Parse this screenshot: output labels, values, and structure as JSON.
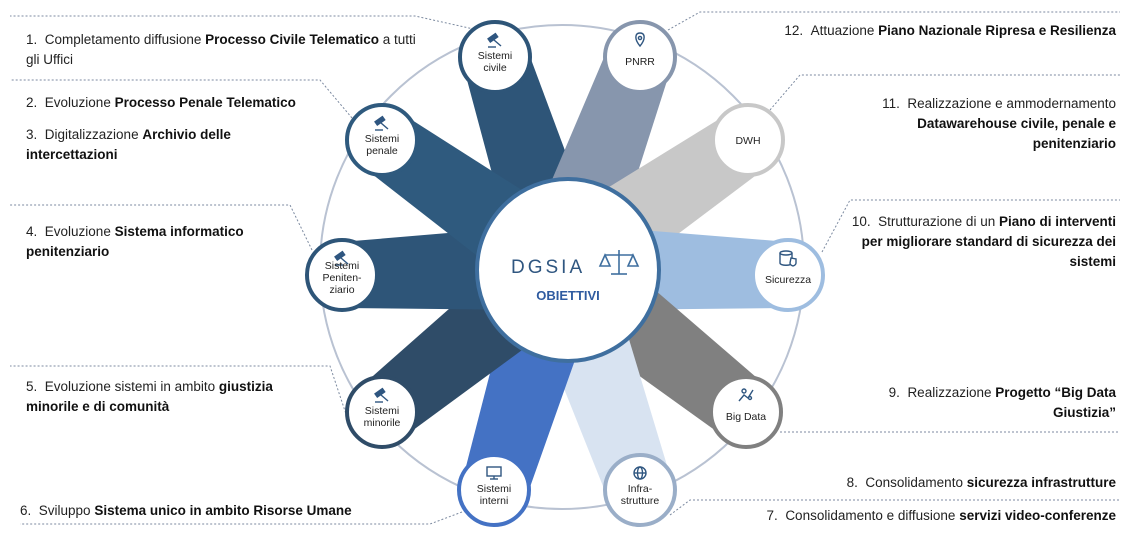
{
  "center": {
    "title": "DGSIA",
    "subtitle": "OBIETTIVI",
    "icon": "scales-of-justice-icon"
  },
  "nodes": [
    {
      "id": "civile",
      "lines": [
        "Sistemi",
        "civile"
      ],
      "icon": "gavel-icon",
      "color": "#2e5578"
    },
    {
      "id": "pnrr",
      "lines": [
        "PNRR"
      ],
      "icon": "map-pin-icon",
      "color": "#8796ad"
    },
    {
      "id": "dwh",
      "lines": [
        "DWH"
      ],
      "icon": "",
      "color": "#c8c8c8"
    },
    {
      "id": "sicurezza",
      "lines": [
        "Sicurezza"
      ],
      "icon": "database-shield-icon",
      "color": "#9ebde0"
    },
    {
      "id": "bigdata",
      "lines": [
        "Big Data"
      ],
      "icon": "data-analysis-icon",
      "color": "#808080"
    },
    {
      "id": "infrastrutture",
      "lines": [
        "Infra-",
        "strutture"
      ],
      "icon": "globe-icon",
      "color": "#d8e3f1"
    },
    {
      "id": "interni",
      "lines": [
        "Sistemi",
        "interni"
      ],
      "icon": "monitor-icon",
      "color": "#4472c4"
    },
    {
      "id": "minorile",
      "lines": [
        "Sistemi",
        "minorile"
      ],
      "icon": "gavel-icon",
      "color": "#2f4c68"
    },
    {
      "id": "penitenziario",
      "lines": [
        "Sistemi",
        "Peniten-",
        "ziario"
      ],
      "icon": "gavel-icon",
      "color": "#2e5578"
    },
    {
      "id": "penale",
      "lines": [
        "Sistemi",
        "penale"
      ],
      "icon": "gavel-icon",
      "color": "#2f5a7e"
    }
  ],
  "objectives": [
    {
      "num": "1.",
      "pre": "Completamento diffusione ",
      "bold": "Processo Civile Telematico",
      "post": " a tutti gli Uffici"
    },
    {
      "num": "2.",
      "pre": "Evoluzione ",
      "bold": "Processo Penale Telematico",
      "post": ""
    },
    {
      "num": "3.",
      "pre": "Digitalizzazione ",
      "bold": "Archivio delle intercettazioni",
      "post": ""
    },
    {
      "num": "4.",
      "pre": "Evoluzione ",
      "bold": "Sistema informatico penitenziario",
      "post": ""
    },
    {
      "num": "5.",
      "pre": "Evoluzione sistemi in ambito ",
      "bold": "giustizia minorile e di comunità",
      "post": ""
    },
    {
      "num": "6.",
      "pre": "Sviluppo ",
      "bold": "Sistema unico in ambito Risorse Umane",
      "post": ""
    },
    {
      "num": "7.",
      "pre": "Consolidamento e diffusione ",
      "bold": "servizi video-conferenze",
      "post": ""
    },
    {
      "num": "8.",
      "pre": "Consolidamento ",
      "bold": "sicurezza infrastrutture",
      "post": ""
    },
    {
      "num": "9.",
      "pre": "Realizzazione ",
      "bold": "Progetto “Big Data Giustizia”",
      "post": ""
    },
    {
      "num": "10.",
      "pre": "Strutturazione di un ",
      "bold": "Piano di interventi per migliorare standard di sicurezza dei sistemi",
      "post": ""
    },
    {
      "num": "11.",
      "pre": "Realizzazione e ammodernamento ",
      "bold": "Datawarehouse civile, penale e penitenziario",
      "post": ""
    },
    {
      "num": "12.",
      "pre": "Attuazione ",
      "bold": "Piano Nazionale Ripresa e Resilienza",
      "post": ""
    }
  ]
}
